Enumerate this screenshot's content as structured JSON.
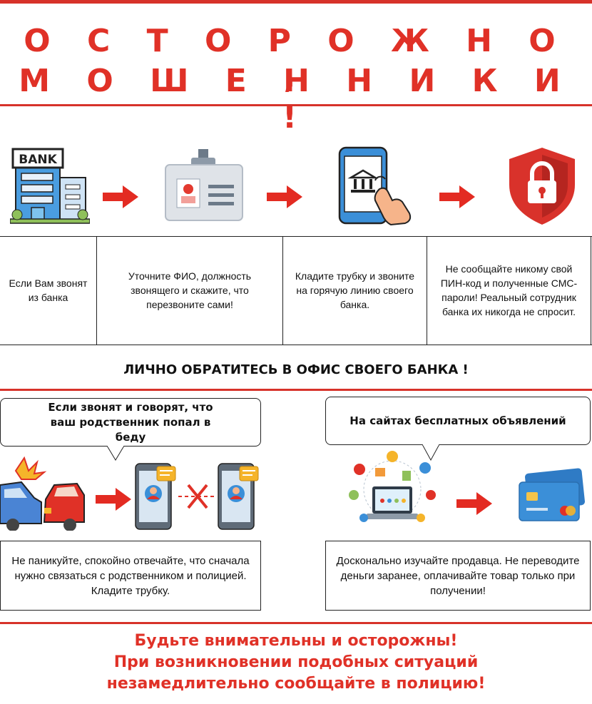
{
  "header": {
    "line1": "О С Т О Р О Ж Н О ,",
    "line2": "М О Ш Е Н Н И К И !"
  },
  "icons": {
    "bank_sign": "BANK",
    "bank": "bank-building-icon",
    "badge": "id-badge-icon",
    "phone": "phone-bank-tap-icon",
    "shield": "shield-lock-icon"
  },
  "steps": [
    {
      "text": "Если Вам звонят из банка"
    },
    {
      "text": "Уточните ФИО, должность звонящего и скажите, что перезвоните сами!"
    },
    {
      "text": "Кладите трубку и звоните на горячую линию своего банка."
    },
    {
      "text": "Не сообщайте никому свой ПИН-код и полученные СМС-пароли! Реальный сотрудник банка их никогда не спросит."
    }
  ],
  "office_notice": "ЛИЧНО ОБРАТИТЕСЬ В ОФИС СВОЕГО БАНКА !",
  "scenarios": [
    {
      "bubble": "Если звонят и говорят, что ваш родственник попал в беду",
      "advice": "Не паникуйте, спокойно отвечайте, что сначала нужно связаться с родственником и полицией. Кладите трубку."
    },
    {
      "bubble": "На сайтах бесплатных объявлений",
      "advice": "Досконально изучайте продавца. Не переводите деньги заранее, оплачивайте товар только при получении!"
    }
  ],
  "footer": {
    "line1": "Будьте внимательны и осторожны!",
    "line2": "При возникновении подобных ситуаций",
    "line3": "незамедлительно сообщайте в полицию!"
  },
  "colors": {
    "accent_red": "#e03127",
    "line_red": "#d7322a",
    "icon_blue": "#3b8fd8",
    "icon_gray": "#d9dde3"
  }
}
